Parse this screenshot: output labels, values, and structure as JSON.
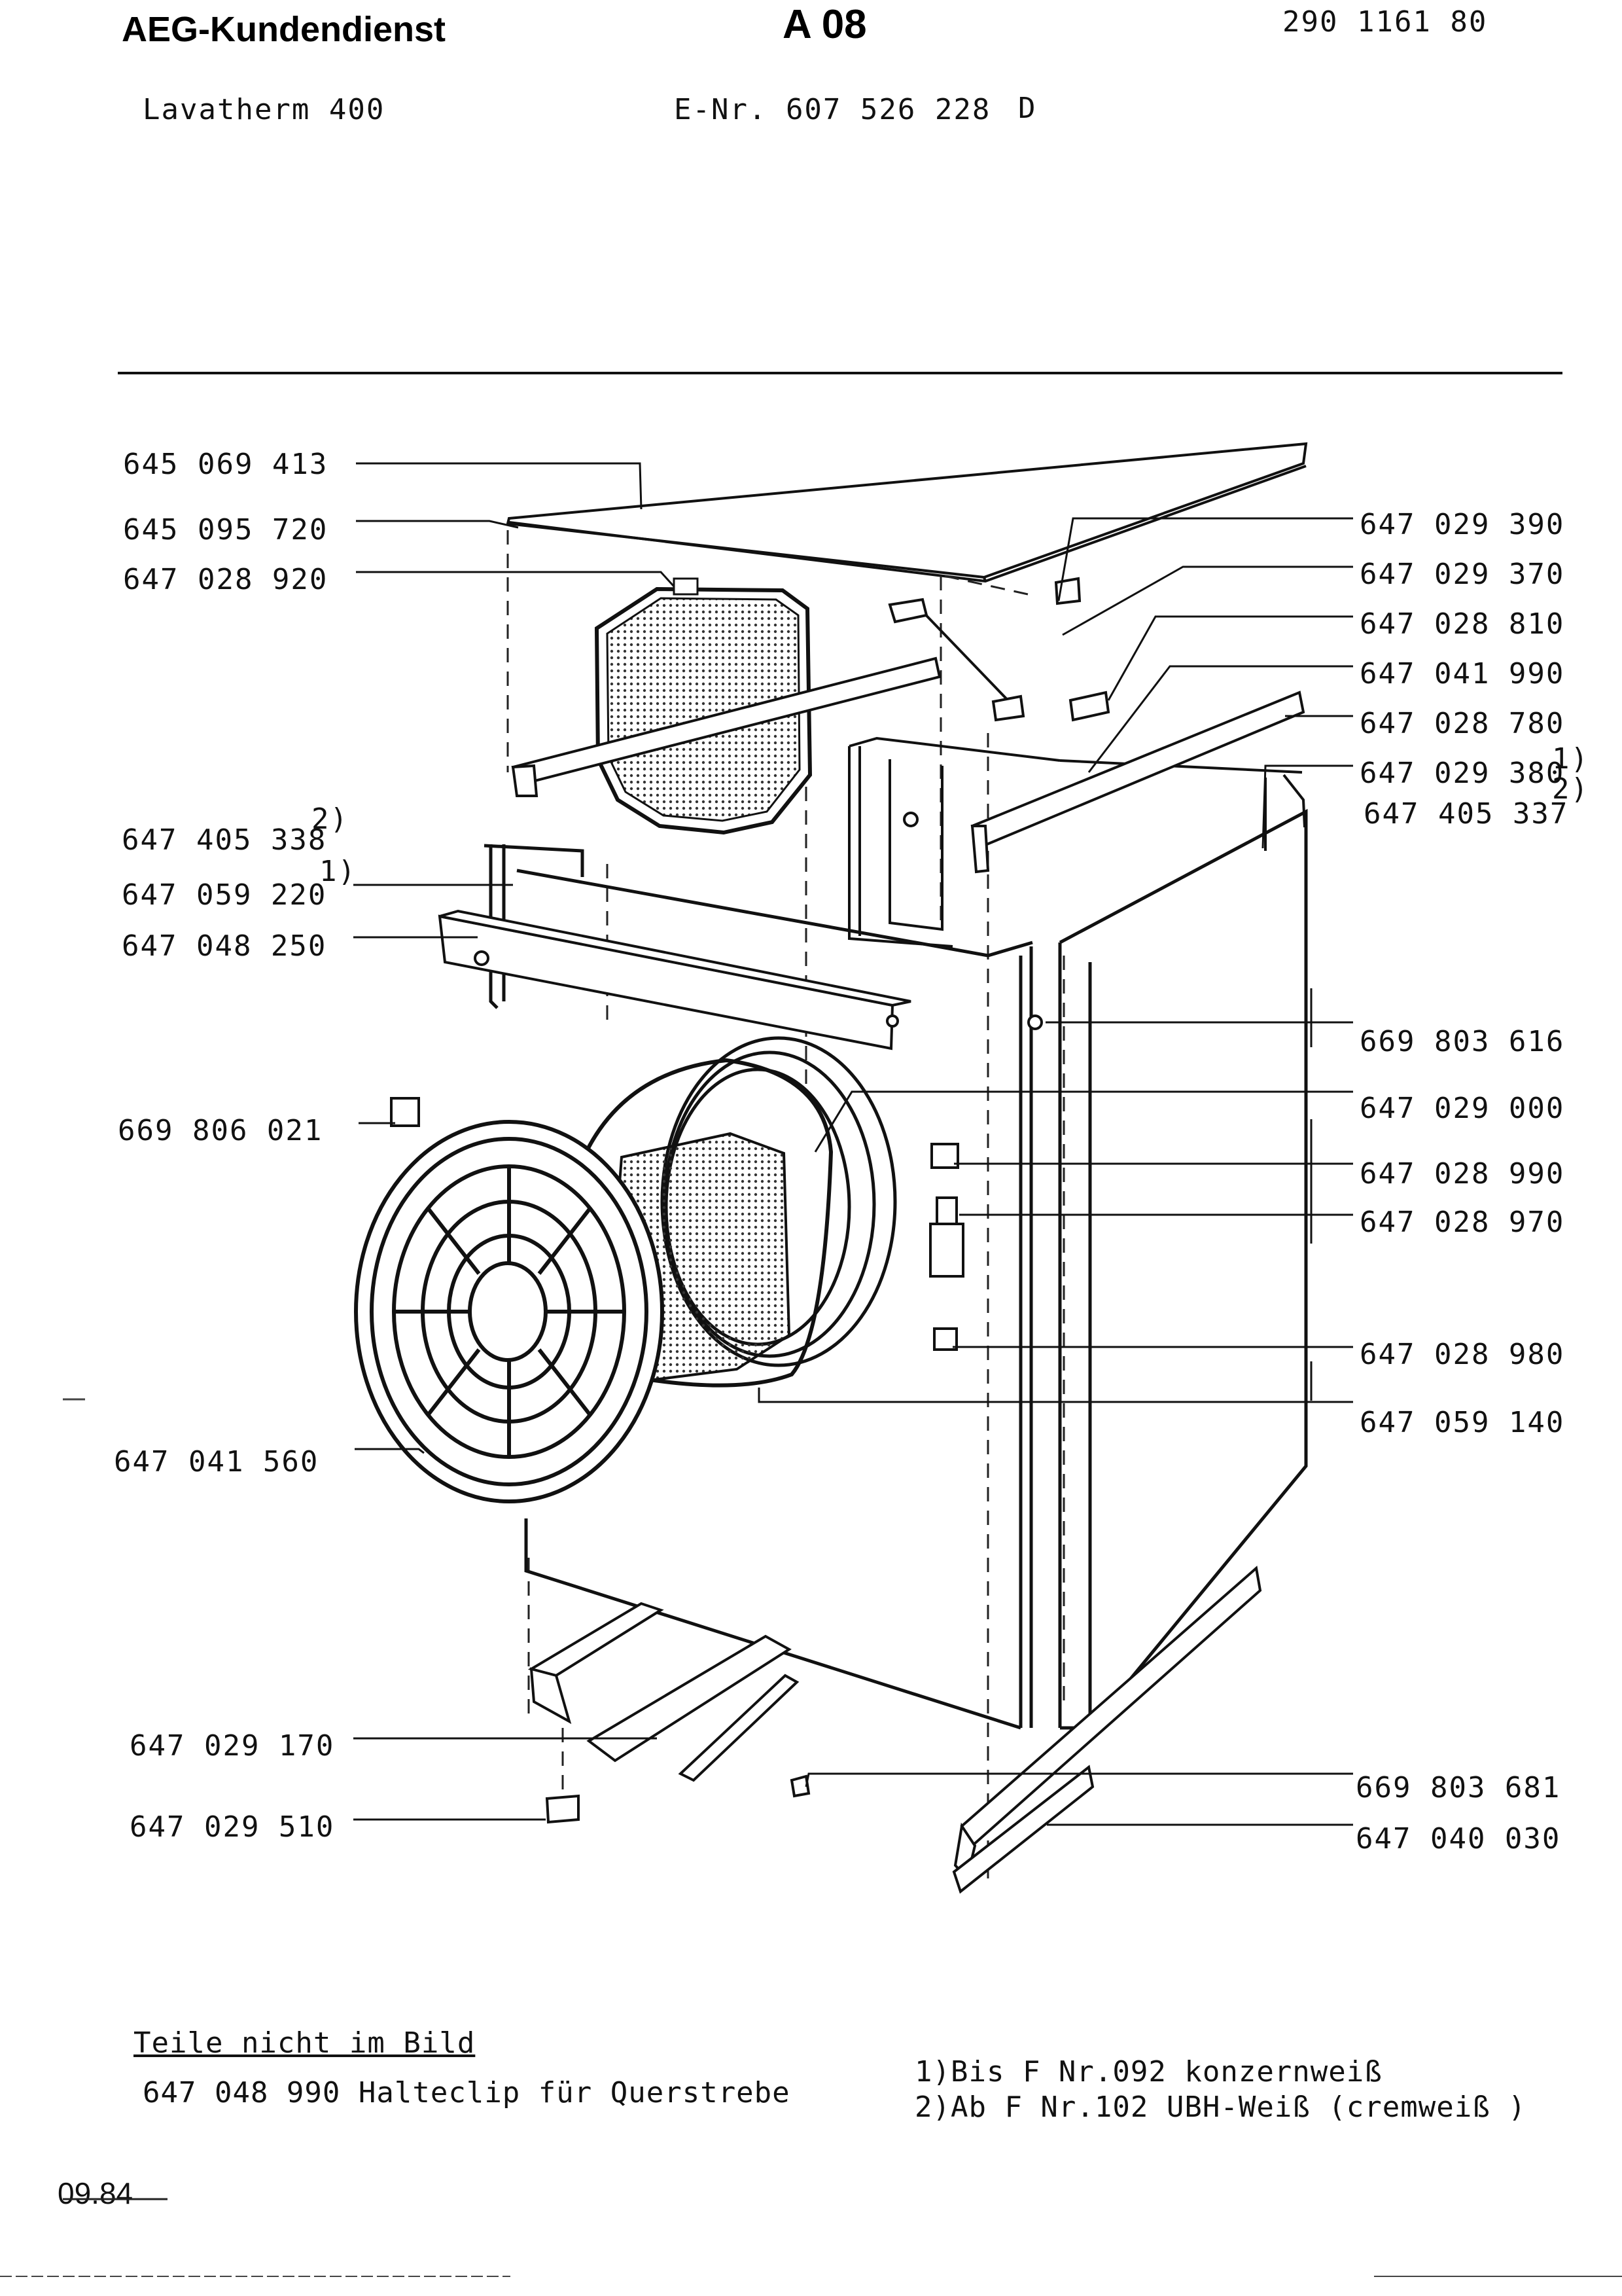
{
  "header": {
    "company": "AEG-Kundendienst",
    "sheet": "A 08",
    "doc_number": "290 1161 80",
    "model": "Lavatherm  400",
    "e_nr": "E-Nr. 607 526 228",
    "country": "D"
  },
  "labels_left": [
    {
      "text": "645 069 413"
    },
    {
      "text": "645 095 720"
    },
    {
      "text": "647 028 920"
    },
    {
      "text": "647 405 338"
    },
    {
      "text": "647 059 220"
    },
    {
      "text": "647 048 250"
    },
    {
      "text": "669 806 021"
    },
    {
      "text": "647 041 560"
    },
    {
      "text": "647 029 170"
    },
    {
      "text": "647 029 510"
    }
  ],
  "labels_right": [
    {
      "text": "647 029 390"
    },
    {
      "text": "647 029 370"
    },
    {
      "text": "647 028 810"
    },
    {
      "text": "647 041 990"
    },
    {
      "text": "647 028 780"
    },
    {
      "text": "647 029 380"
    },
    {
      "text": "647 405 337"
    },
    {
      "text": "669 803 616"
    },
    {
      "text": "647 029 000"
    },
    {
      "text": "647 028 990"
    },
    {
      "text": "647 028 970"
    },
    {
      "text": "647 028 980"
    },
    {
      "text": "647 059 140"
    },
    {
      "text": "669 803 681"
    },
    {
      "text": "647 040 030"
    }
  ],
  "footnote_marks": {
    "m1": "2)",
    "m2": "1)",
    "m3": "1)",
    "m4": "2)"
  },
  "parts_not_shown": {
    "title": "Teile nicht im Bild",
    "item": "647 048 990  Halteclip für Querstrebe"
  },
  "footnotes": [
    "1)Bis F Nr.092 konzernweiß",
    "2)Ab  F Nr.102 UBH-Weiß (cremweiß )"
  ],
  "date": "09.84"
}
